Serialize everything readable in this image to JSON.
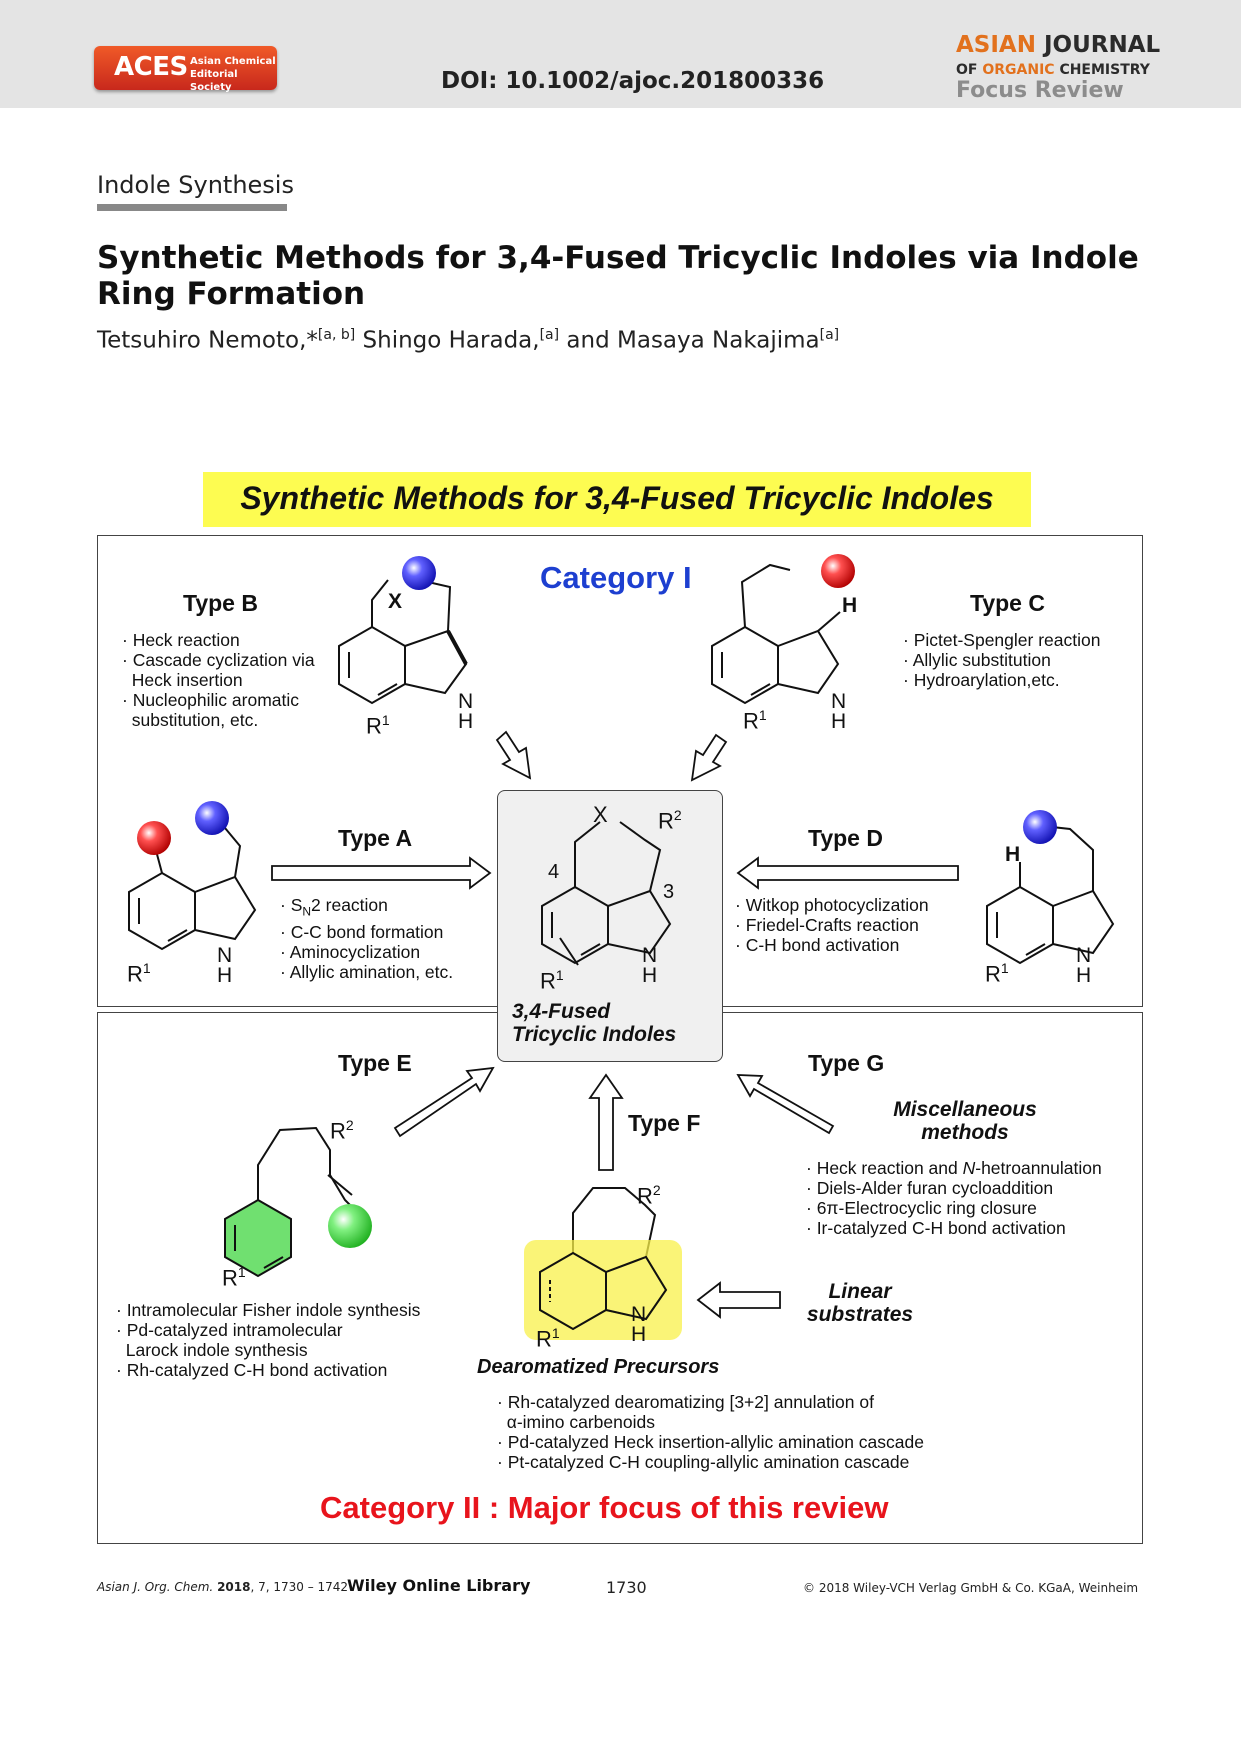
{
  "header": {
    "aces_big": "ACES",
    "aces_small_1": "Asian Chemical",
    "aces_small_2": "Editorial Society",
    "doi": "DOI: 10.1002/ajoc.201800336",
    "journal_1a": "ASIAN",
    "journal_1b": "JOURNAL",
    "journal_2a": "OF",
    "journal_2b": "ORGANIC",
    "journal_2c": "CHEMISTRY",
    "journal_3": "Focus Review"
  },
  "article": {
    "section": "Indole Synthesis",
    "title": "Synthetic Methods for 3,4-Fused Tricyclic Indoles via Indole Ring Formation",
    "authors": [
      {
        "name": "Tetsuhiro Nemoto,*",
        "aff": "[a, b]"
      },
      {
        "name": " Shingo Harada,",
        "aff": "[a]"
      },
      {
        "name": " and Masaya Nakajima",
        "aff": "[a]"
      }
    ]
  },
  "figure": {
    "banner": "Synthetic Methods for 3,4-Fused Tricyclic Indoles",
    "category1": "Category I",
    "category2": "Category II : Major focus of this review",
    "typeA": "Type A",
    "typeA_items": [
      "· S",
      "N",
      "2 reaction",
      "· C-C bond formation",
      "· Aminocyclization",
      "· Allylic amination, etc."
    ],
    "typeB": "Type B",
    "typeB_items": [
      "· Heck reaction",
      "· Cascade cyclization via",
      "  Heck insertion",
      "· Nucleophilic aromatic",
      "  substitution, etc."
    ],
    "typeC": "Type C",
    "typeC_items": [
      "· Pictet-Spengler reaction",
      "· Allylic substitution",
      "· Hydroarylation,etc."
    ],
    "typeD": "Type D",
    "typeD_items": [
      "· Witkop photocyclization",
      "· Friedel-Crafts reaction",
      "· C-H bond activation"
    ],
    "typeE": "Type E",
    "typeE_items": [
      "· Intramolecular Fisher indole synthesis",
      "· Pd-catalyzed intramolecular",
      "  Larock indole synthesis",
      "· Rh-catalyzed C-H bond activation"
    ],
    "typeF": "Type F",
    "typeF_caption": "Dearomatized Precursors",
    "typeF_items": [
      "· Rh-catalyzed dearomatizing [3+2] annulation of",
      "  α-imino carbenoids",
      "· Pd-catalyzed Heck insertion-allylic amination cascade",
      "· Pt-catalyzed C-H coupling-allylic amination cascade"
    ],
    "typeG": "Type G",
    "typeG_title_1": "Miscellaneous",
    "typeG_title_2": "methods",
    "typeG_items": [
      "· Heck reaction and ",
      "N",
      "-hetroannulation",
      "· Diels-Alder furan cycloaddition",
      "· 6π-Electrocyclic ring closure",
      "· Ir-catalyzed C-H bond activation"
    ],
    "linear_1": "Linear",
    "linear_2": "substrates",
    "center_1": "3,4-Fused",
    "center_2": "Tricyclic Indoles",
    "atoms": {
      "X": "X",
      "H": "H",
      "N": "N",
      "R": "R",
      "one": "1",
      "two": "2",
      "three": "3",
      "four": "4"
    },
    "ball_colors": {
      "blue": "#2020e0",
      "red": "#e01010",
      "green": "#40e040",
      "highlight_yellow": "#f8f04a"
    }
  },
  "footer": {
    "journal": "Asian J. Org. Chem.",
    "year": "2018",
    "vol": ", 7, 1730 – 1742",
    "wiley": "Wiley Online Library",
    "page": "1730",
    "copyright": "© 2018 Wiley-VCH Verlag GmbH & Co. KGaA, Weinheim"
  }
}
